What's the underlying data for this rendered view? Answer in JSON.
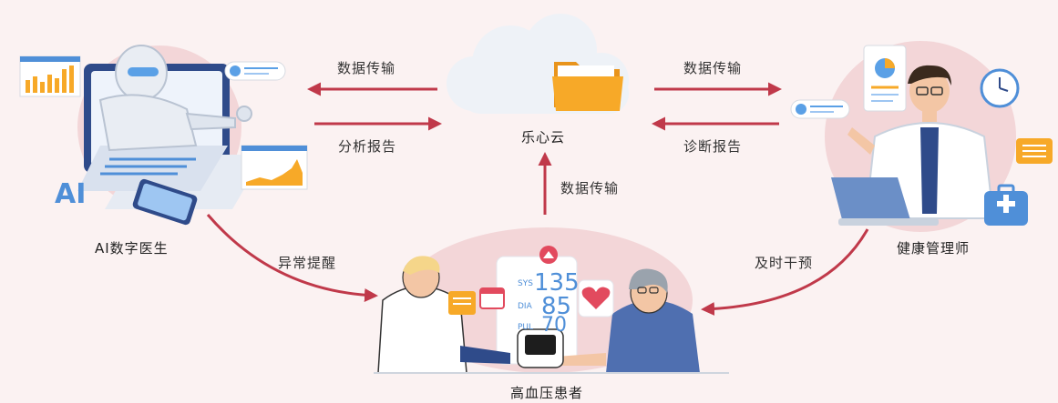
{
  "nodes": {
    "cloud": "乐心云",
    "ai": "AI数字医生",
    "manager": "健康管理师",
    "patient": "高血压患者"
  },
  "edges": {
    "cloud_to_ai": "数据传输",
    "ai_to_cloud": "分析报告",
    "cloud_to_manager": "数据传输",
    "manager_to_cloud": "诊断报告",
    "patient_to_cloud": "数据传输",
    "ai_to_patient": "异常提醒",
    "manager_to_patient": "及时干预"
  },
  "ai_badge": "AI",
  "bp_readings": {
    "sys": "135",
    "dia": "85",
    "pulse": "70",
    "sys_unit": "SYS",
    "dia_unit": "DIA",
    "pul_unit": "PUL"
  },
  "colors": {
    "arrow": "#c0394a",
    "background": "#fbf2f2",
    "blob": "#f3d6d8",
    "folder": "#f7a928",
    "accent_blue": "#5aa0e6",
    "bp_blue": "#4f8fd8"
  },
  "icons": [
    "robot-icon",
    "laptop-icon",
    "cloud-icon",
    "folder-icon",
    "doctor-icon",
    "clock-icon",
    "medical-kit-icon",
    "blood-pressure-monitor-icon",
    "heart-icon"
  ]
}
